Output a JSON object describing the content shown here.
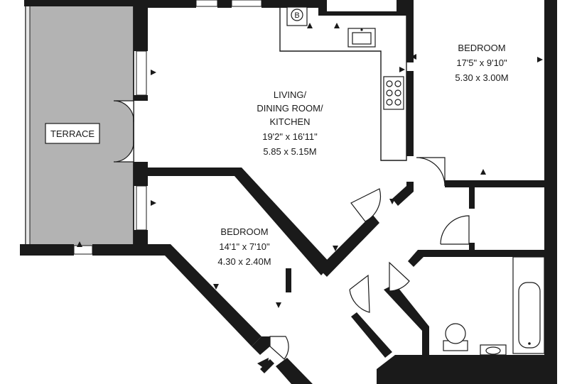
{
  "rooms": {
    "terrace": {
      "name": "TERRACE"
    },
    "living": {
      "name_line1": "LIVING/",
      "name_line2": "DINING ROOM/",
      "name_line3": "KITCHEN",
      "imperial": "19'2\" x 16'11\"",
      "metric": "5.85 x 5.15M"
    },
    "bedroom_main": {
      "name": "BEDROOM",
      "imperial": "17'5\" x 9'10\"",
      "metric": "5.30 x 3.00M"
    },
    "bedroom_second": {
      "name": "BEDROOM",
      "imperial": "14'1\" x 7'10\"",
      "metric": "4.30 x 2.40M"
    }
  },
  "symbols": {
    "boiler": "B"
  },
  "colors": {
    "wall": "#1a1a1a",
    "terrace_fill": "#b3b3b3",
    "floor": "#ffffff"
  },
  "icons": [
    "entrance-arrow-icon",
    "boiler-icon",
    "sink-icon",
    "hob-icon",
    "toilet-icon",
    "bath-icon",
    "basin-icon"
  ]
}
